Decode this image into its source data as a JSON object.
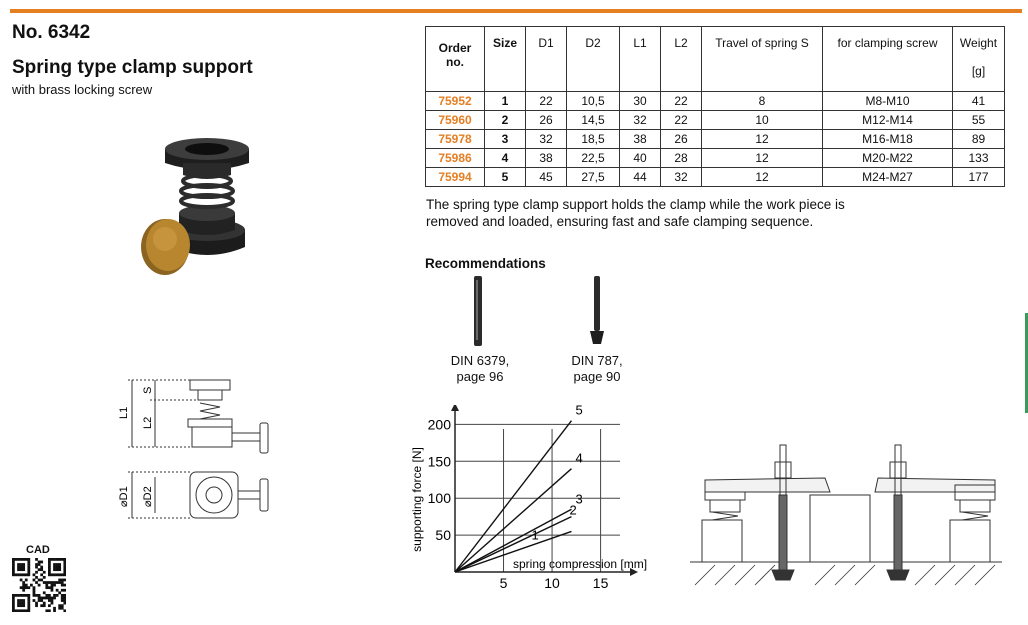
{
  "header": {
    "product_number": "No. 6342",
    "title": "Spring type clamp support",
    "subtitle": "with brass locking screw"
  },
  "table": {
    "headers": [
      "Order no.",
      "Size",
      "D1",
      "D2",
      "L1",
      "L2",
      "Travel of spring S",
      "for clamping screw",
      "Weight"
    ],
    "weight_unit": "[g]",
    "rows": [
      [
        "75952",
        "1",
        "22",
        "10,5",
        "30",
        "22",
        "8",
        "M8-M10",
        "41"
      ],
      [
        "75960",
        "2",
        "26",
        "14,5",
        "32",
        "22",
        "10",
        "M12-M14",
        "55"
      ],
      [
        "75978",
        "3",
        "32",
        "18,5",
        "38",
        "26",
        "12",
        "M16-M18",
        "89"
      ],
      [
        "75986",
        "4",
        "38",
        "22,5",
        "40",
        "28",
        "12",
        "M20-M22",
        "133"
      ],
      [
        "75994",
        "5",
        "45",
        "27,5",
        "44",
        "32",
        "12",
        "M24-M27",
        "177"
      ]
    ]
  },
  "description": "The spring type clamp support holds the clamp while the work piece is removed and loaded, ensuring fast and safe clamping sequence.",
  "recommendations": {
    "heading": "Recommendations",
    "items": [
      {
        "line1": "DIN 6379,",
        "line2": "page 96"
      },
      {
        "line1": "DIN 787,",
        "line2": "page 90"
      }
    ]
  },
  "drawing": {
    "labels": {
      "l1": "L1",
      "l2": "L2",
      "s": "S",
      "d1": "⌀D1",
      "d2": "⌀D2"
    }
  },
  "cad": {
    "label": "CAD"
  },
  "colors": {
    "accent": "#e67e22",
    "brass": "#b8862e",
    "steel": "#2a2a2a"
  },
  "chart_data": {
    "type": "line",
    "title": "",
    "xlabel": "spring compression [mm]",
    "ylabel": "supporting force [N]",
    "xlim": [
      0,
      17
    ],
    "ylim": [
      0,
      210
    ],
    "xticks": [
      5,
      10,
      15
    ],
    "yticks": [
      50,
      100,
      150,
      200
    ],
    "grid": true,
    "series": [
      {
        "name": "1",
        "x": [
          0,
          12
        ],
        "y": [
          0,
          55
        ]
      },
      {
        "name": "2",
        "x": [
          0,
          12
        ],
        "y": [
          0,
          75
        ]
      },
      {
        "name": "3",
        "x": [
          0,
          12
        ],
        "y": [
          0,
          85
        ]
      },
      {
        "name": "4",
        "x": [
          0,
          12
        ],
        "y": [
          0,
          140
        ]
      },
      {
        "name": "5",
        "x": [
          0,
          12
        ],
        "y": [
          0,
          205
        ]
      }
    ]
  }
}
